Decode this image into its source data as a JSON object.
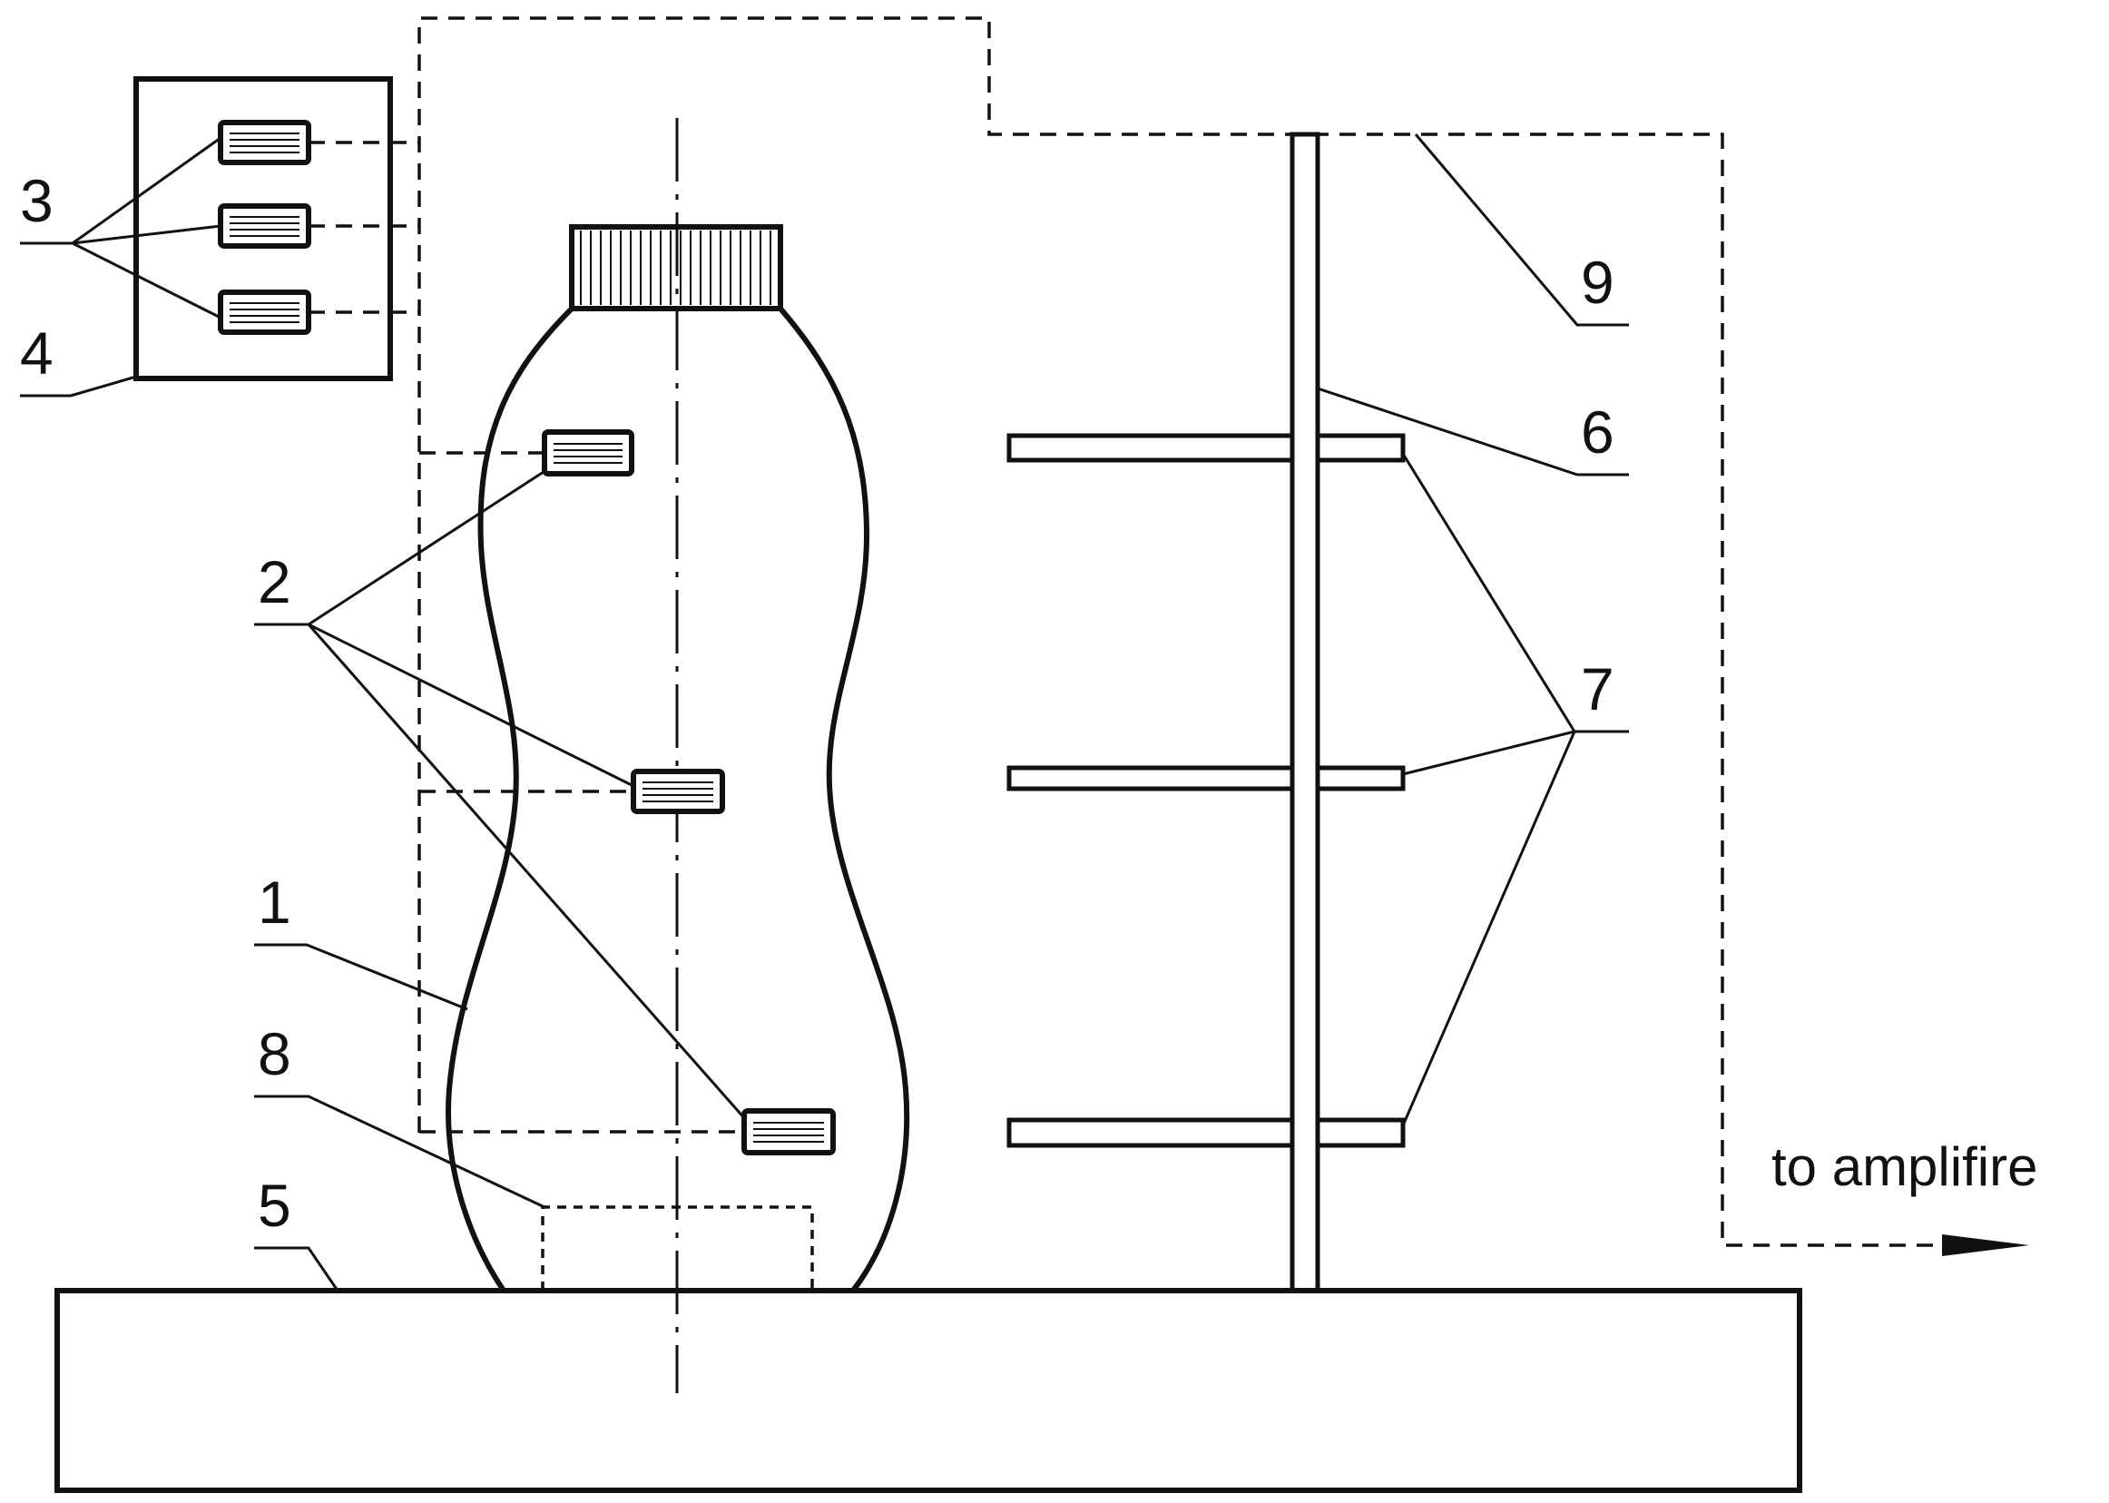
{
  "labels": {
    "bottle": "1",
    "bottle_gauges": "2",
    "reference_gauges": "3",
    "reference_plate": "4",
    "base": "5",
    "stand": "6",
    "stand_arms": "7",
    "bottom_insert": "8",
    "wiring": "9"
  },
  "caption": "to amplifire"
}
